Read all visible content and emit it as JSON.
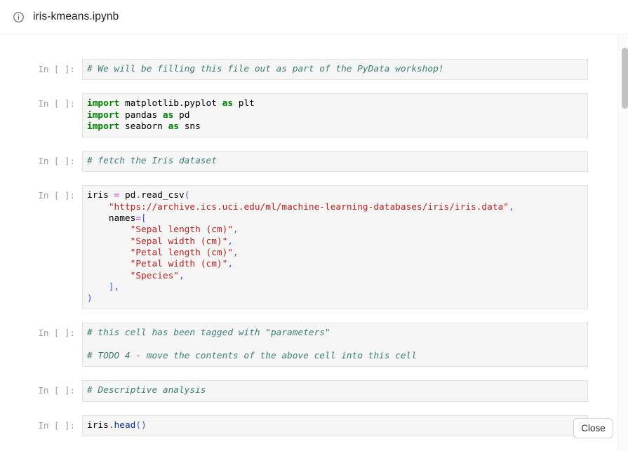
{
  "header": {
    "icon": "info-circle-icon",
    "title": "iris-kmeans.ipynb"
  },
  "footer": {
    "close_label": "Close"
  },
  "notebook": {
    "prompt_label": "In [ ]:",
    "cells": [
      {
        "id": "cell-intro-comment",
        "prompt": "In [ ]:",
        "lines": [
          [
            {
              "t": "# We will be filling this file out as part of the PyData workshop!",
              "c": "tok-comment"
            }
          ]
        ]
      },
      {
        "id": "cell-imports",
        "prompt": "In [ ]:",
        "lines": [
          [
            {
              "t": "import",
              "c": "tok-kw"
            },
            {
              "t": " matplotlib.pyplot ",
              "c": "tok-name"
            },
            {
              "t": "as",
              "c": "tok-kw"
            },
            {
              "t": " plt",
              "c": "tok-name"
            }
          ],
          [
            {
              "t": "import",
              "c": "tok-kw"
            },
            {
              "t": " pandas ",
              "c": "tok-name"
            },
            {
              "t": "as",
              "c": "tok-kw"
            },
            {
              "t": " pd",
              "c": "tok-name"
            }
          ],
          [
            {
              "t": "import",
              "c": "tok-kw"
            },
            {
              "t": " seaborn ",
              "c": "tok-name"
            },
            {
              "t": "as",
              "c": "tok-kw"
            },
            {
              "t": " sns",
              "c": "tok-name"
            }
          ]
        ]
      },
      {
        "id": "cell-fetch-comment",
        "prompt": "In [ ]:",
        "lines": [
          [
            {
              "t": "# fetch the Iris dataset",
              "c": "tok-comment"
            }
          ]
        ]
      },
      {
        "id": "cell-read-csv",
        "prompt": "In [ ]:",
        "lines": [
          [
            {
              "t": "iris ",
              "c": "tok-name"
            },
            {
              "t": "=",
              "c": "tok-op"
            },
            {
              "t": " pd",
              "c": "tok-name"
            },
            {
              "t": ".",
              "c": "tok-op"
            },
            {
              "t": "read_csv",
              "c": "tok-name"
            },
            {
              "t": "(",
              "c": "tok-punct"
            }
          ],
          [
            {
              "t": "    ",
              "c": "tok-name"
            },
            {
              "t": "\"https://archive.ics.uci.edu/ml/machine-learning-databases/iris/iris.data\"",
              "c": "tok-str"
            },
            {
              "t": ",",
              "c": "tok-punct"
            }
          ],
          [
            {
              "t": "    names",
              "c": "tok-name"
            },
            {
              "t": "=",
              "c": "tok-op"
            },
            {
              "t": "[",
              "c": "tok-punct"
            }
          ],
          [
            {
              "t": "        ",
              "c": "tok-name"
            },
            {
              "t": "\"Sepal length (cm)\"",
              "c": "tok-str"
            },
            {
              "t": ",",
              "c": "tok-punct"
            }
          ],
          [
            {
              "t": "        ",
              "c": "tok-name"
            },
            {
              "t": "\"Sepal width (cm)\"",
              "c": "tok-str"
            },
            {
              "t": ",",
              "c": "tok-punct"
            }
          ],
          [
            {
              "t": "        ",
              "c": "tok-name"
            },
            {
              "t": "\"Petal length (cm)\"",
              "c": "tok-str"
            },
            {
              "t": ",",
              "c": "tok-punct"
            }
          ],
          [
            {
              "t": "        ",
              "c": "tok-name"
            },
            {
              "t": "\"Petal width (cm)\"",
              "c": "tok-str"
            },
            {
              "t": ",",
              "c": "tok-punct"
            }
          ],
          [
            {
              "t": "        ",
              "c": "tok-name"
            },
            {
              "t": "\"Species\"",
              "c": "tok-str"
            },
            {
              "t": ",",
              "c": "tok-punct"
            }
          ],
          [
            {
              "t": "    ",
              "c": "tok-name"
            },
            {
              "t": "],",
              "c": "tok-punct"
            }
          ],
          [
            {
              "t": ")",
              "c": "tok-punct"
            }
          ]
        ]
      },
      {
        "id": "cell-parameters-comment",
        "prompt": "In [ ]:",
        "lines": [
          [
            {
              "t": "# this cell has been tagged with \"parameters\"",
              "c": "tok-comment"
            }
          ],
          [
            {
              "t": "",
              "c": "tok-name"
            }
          ],
          [
            {
              "t": "# TODO 4 - move the contents of the above cell into this cell",
              "c": "tok-comment"
            }
          ]
        ]
      },
      {
        "id": "cell-descriptive-comment",
        "prompt": "In [ ]:",
        "lines": [
          [
            {
              "t": "# Descriptive analysis",
              "c": "tok-comment"
            }
          ]
        ]
      },
      {
        "id": "cell-iris-head",
        "prompt": "In [ ]:",
        "lines": [
          [
            {
              "t": "iris",
              "c": "tok-name"
            },
            {
              "t": ".",
              "c": "tok-op"
            },
            {
              "t": "head",
              "c": "tok-fn"
            },
            {
              "t": "()",
              "c": "tok-punct"
            }
          ]
        ]
      }
    ]
  },
  "colors": {
    "comment": "#3D7B7B",
    "keyword": "#008000",
    "string": "#BA2121",
    "operator": "#C72AC7",
    "punctuation": "#3B5BDB",
    "cell_background": "#F5F5F5",
    "cell_border": "#E3E3E3",
    "prompt_text": "#9E9E9E"
  }
}
